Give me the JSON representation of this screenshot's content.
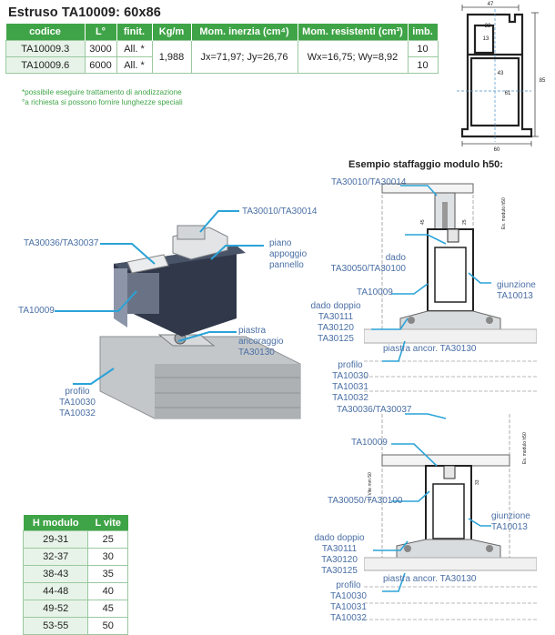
{
  "title": "Estruso TA10009: 60x86",
  "spec_table": {
    "headers": [
      "codice",
      "L°",
      "finit.",
      "Kg/m",
      "Mom. inerzia (cm⁴)",
      "Mom. resistenti (cm³)",
      "imb."
    ],
    "rows": [
      {
        "codice": "TA10009.3",
        "L": "3000",
        "finit": "All. *",
        "imb": "10"
      },
      {
        "codice": "TA10009.6",
        "L": "6000",
        "finit": "All. *",
        "imb": "10"
      }
    ],
    "kg_m": "1,988",
    "inerzia": "Jx=71,97; Jy=26,76",
    "resistenti": "Wx=16,75; Wy=8,92"
  },
  "notes": [
    "*possibile eseguire trattamento di anodizzazione",
    "°a richiesta si possono fornire lunghezze speciali"
  ],
  "profile_dims": {
    "top": "47",
    "d22": "22",
    "d13": "13",
    "d43": "43",
    "d61": "61",
    "d85": "85",
    "bottom": "60"
  },
  "assembly_labels": {
    "ta30010": "TA30010/TA30014",
    "ta30036": "TA30036/TA30037",
    "piano": [
      "piano",
      "appoggio",
      "pannello"
    ],
    "ta10009": "TA10009",
    "piastra": [
      "piastra",
      "ancoraggio",
      "TA30130"
    ],
    "profilo": [
      "profilo",
      "TA10030",
      "TA10032"
    ]
  },
  "example_title": "Esempio staffaggio modulo h50:",
  "sec1": {
    "top": "TA30010/TA30014",
    "dado": [
      "dado",
      "TA30050/TA30100"
    ],
    "giunzione": [
      "giunzione",
      "TA10013"
    ],
    "ta10009": "TA10009",
    "dado_doppio": [
      "dado doppio",
      "TA30111",
      "TA30120",
      "TA30125"
    ],
    "piastra": "piastra ancor. TA30130",
    "profilo": [
      "profilo",
      "TA10030",
      "TA10031",
      "TA10032"
    ],
    "dim_a": "Es. modulo h50",
    "dim_b": "45",
    "dim_c": "25"
  },
  "sec2": {
    "top": "TA30036/TA30037",
    "ta10009": "TA10009",
    "dado": "TA30050/TA30100",
    "giunzione": [
      "giunzione",
      "TA10013"
    ],
    "dado_doppio": [
      "dado doppio",
      "TA30111",
      "TA30120",
      "TA30125"
    ],
    "piastra": "piastra ancor. TA30130",
    "profilo": [
      "profilo",
      "TA10030",
      "TA10031",
      "TA10032"
    ],
    "dim_a": "Es. modulo h50",
    "dim_b": "L. Vite mm 50",
    "dim_c": "33"
  },
  "screw_table": {
    "headers": [
      "H modulo",
      "L vite"
    ],
    "rows": [
      [
        "29-31",
        "25"
      ],
      [
        "32-37",
        "30"
      ],
      [
        "38-43",
        "35"
      ],
      [
        "44-48",
        "40"
      ],
      [
        "49-52",
        "45"
      ],
      [
        "53-55",
        "50"
      ]
    ]
  },
  "colors": {
    "green": "#3fa447",
    "label_blue": "#4a6fa5",
    "leader": "#2aa3d8"
  }
}
